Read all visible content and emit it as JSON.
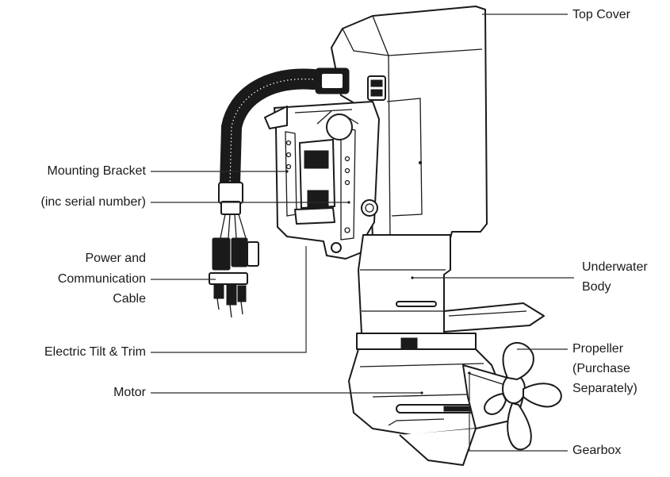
{
  "labels": {
    "top_cover": "Top Cover",
    "mounting_bracket": "Mounting Bracket",
    "serial_number": "(inc serial number)",
    "power_cable": [
      "Power and",
      "Communication",
      "Cable"
    ],
    "tilt_trim": "Electric Tilt & Trim",
    "motor": "Motor",
    "underwater_body": [
      "Underwater",
      "Body"
    ],
    "propeller": [
      "Propeller",
      "(Purchase",
      "Separately)"
    ],
    "gearbox": "Gearbox"
  },
  "colors": {
    "ink": "#1a1a1a",
    "leader": "#2a2a2a",
    "background": "#ffffff"
  }
}
